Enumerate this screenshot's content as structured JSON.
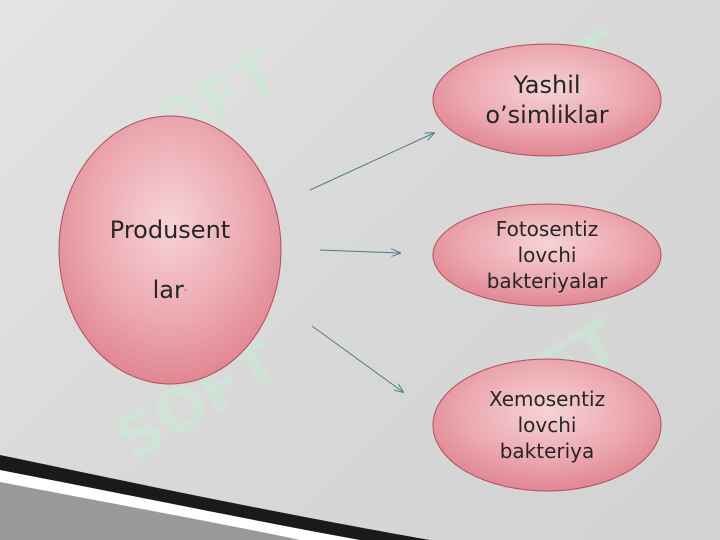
{
  "diagram": {
    "main_node": {
      "line1": "Produsent",
      "line2": "lar",
      "suffix": "-"
    },
    "targets": [
      {
        "label": "Yashil\no’simliklar"
      },
      {
        "label": "Fotosentiz\nlovchi\nbakteriyalar"
      },
      {
        "label": "Xemosentiz\nlovchi\nbakteriya"
      }
    ]
  },
  "watermark": {
    "text": "SOFT"
  },
  "colors": {
    "ellipse_fill_light": "#f3c6cb",
    "ellipse_fill_dark": "#e0848f",
    "ellipse_stroke": "#b05060",
    "arrow": "#4b7f86",
    "text": "#262626",
    "watermark": "#bfe8cf"
  }
}
